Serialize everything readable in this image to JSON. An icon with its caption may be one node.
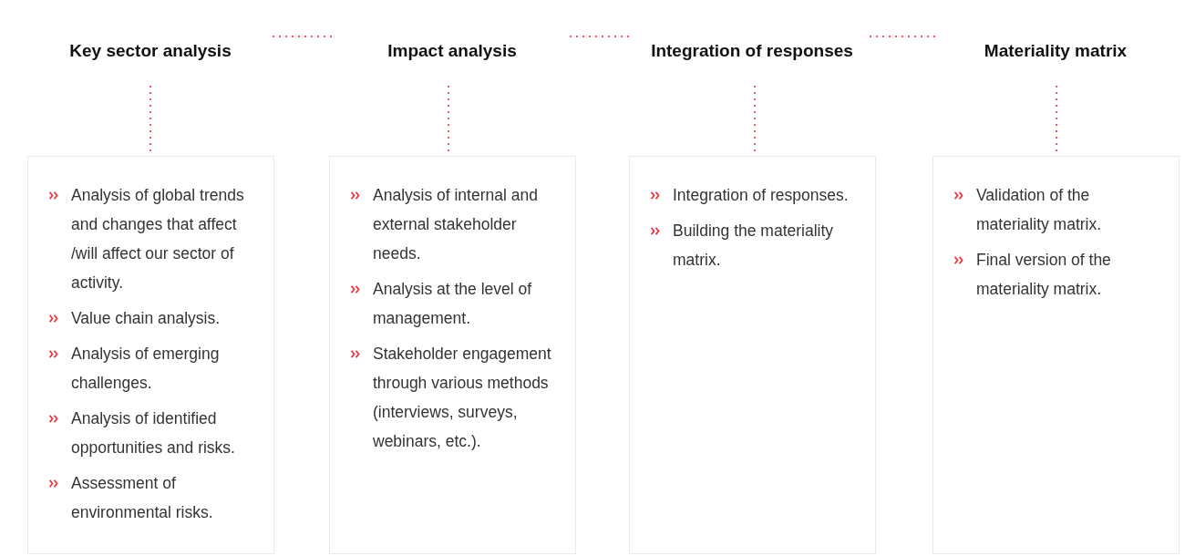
{
  "diagram": {
    "nodes": [
      {
        "text": [
          "Key sector analysis"
        ]
      },
      {
        "text": [
          "Impact analysis"
        ]
      },
      {
        "text": [
          "Integration of responses"
        ]
      },
      {
        "text": [
          "Materiality matrix"
        ]
      },
      {
        "text": [
          "Analysis of global trends and changes that affect /will affect our sector of activity.",
          "Value chain analysis.",
          "Analysis of emerging challenges.",
          "Analysis of identified opportunities and risks.",
          "Assessment of environmental risks."
        ]
      },
      {
        "text": [
          "Analysis of internal and external stakeholder needs.",
          "Analysis at the level of management.",
          "Stakeholder engagement through various methods (interviews, surveys, webinars, etc.)."
        ]
      },
      {
        "text": [
          "Integration of responses.",
          "Building the materiality matrix."
        ]
      },
      {
        "text": [
          "Validation of the materiality matrix.",
          "Final version of the materiality matrix."
        ]
      }
    ],
    "edges": [
      {
        "from": 0,
        "to": 1,
        "arrow": "none",
        "style": "dashed"
      },
      {
        "from": 1,
        "to": 2,
        "arrow": "none",
        "style": "dashed"
      },
      {
        "from": 2,
        "to": 3,
        "arrow": "none",
        "style": "dashed"
      },
      {
        "from": 0,
        "to": 4,
        "arrow": "none",
        "style": "dashed"
      },
      {
        "from": 1,
        "to": 5,
        "arrow": "none",
        "style": "dashed"
      },
      {
        "from": 2,
        "to": 6,
        "arrow": "none",
        "style": "dashed"
      },
      {
        "from": 3,
        "to": 7,
        "arrow": "none",
        "style": "dashed"
      }
    ]
  }
}
